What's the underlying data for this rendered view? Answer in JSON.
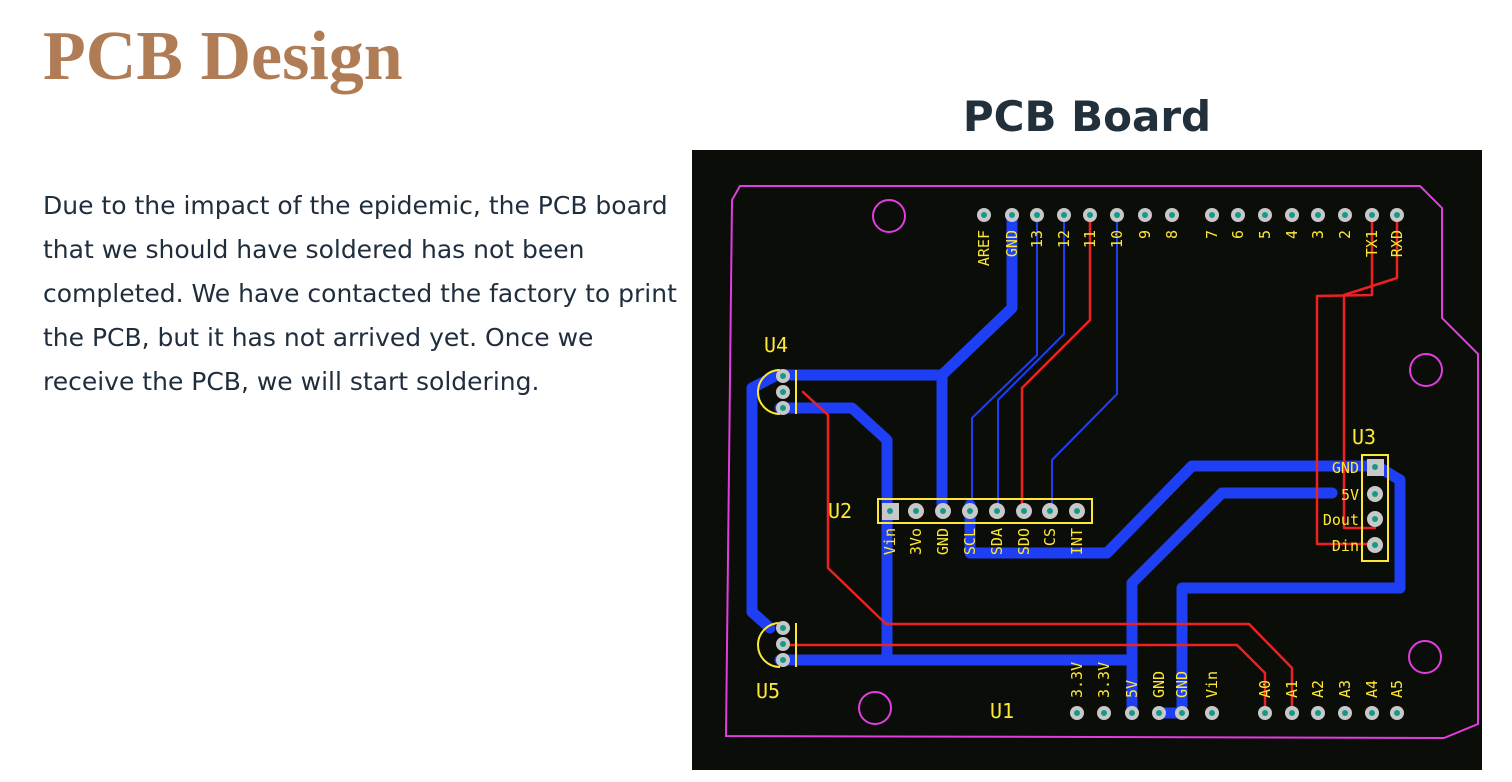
{
  "page": {
    "title": "PCB Design"
  },
  "description": "Due to the impact of the epidemic, the PCB board that we should have soldered has not been completed. We have contacted the factory to print the PCB, but it has not arrived yet. Once we receive the PCB, we will start soldering.",
  "figure": {
    "title": "PCB Board",
    "components": {
      "u1": "U1",
      "u2": "U2",
      "u3": "U3",
      "u4": "U4",
      "u5": "U5"
    },
    "top_header_pins": [
      "AREF",
      "GND",
      "13",
      "12",
      "11",
      "10",
      "9",
      "8",
      "7",
      "6",
      "5",
      "4",
      "3",
      "2",
      "TX1",
      "RXD"
    ],
    "bottom_header_pins": [
      "3.3V",
      "3.3V",
      "5V",
      "GND",
      "GND",
      "Vin",
      "A0",
      "A1",
      "A2",
      "A3",
      "A4",
      "A5"
    ],
    "u2_pins": [
      "Vin",
      "3Vo",
      "GND",
      "SCL",
      "SDA",
      "SDO",
      "CS",
      "INT"
    ],
    "u3_pins": [
      "GND",
      "5V",
      "Dout",
      "Din"
    ],
    "colors": {
      "board": "#0a0d08",
      "outline": "#e33de0",
      "trace_blue": "#1f3ff5",
      "trace_red": "#ee2020",
      "silkscreen": "#ffe833",
      "pad": "#c8c8c8",
      "drill": "#159a8a",
      "title": "#B07C56"
    }
  }
}
